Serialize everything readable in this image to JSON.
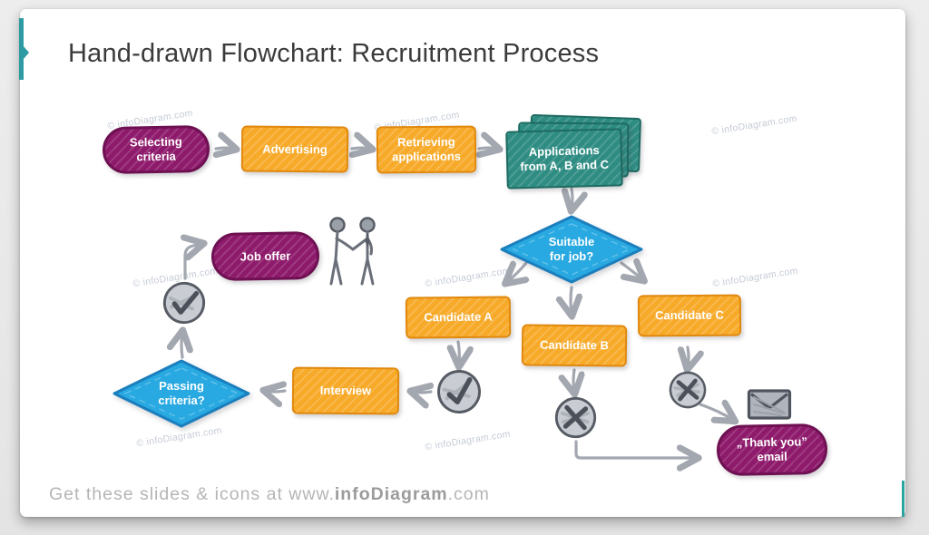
{
  "slide": {
    "title": "Hand-drawn Flowchart: Recruitment Process",
    "watermark": "© infoDiagram.com",
    "footer": {
      "prefix": "Get these slides & icons at www.",
      "brand": "infoDiagram",
      "suffix": ".com"
    }
  },
  "flowchart": {
    "nodes": {
      "selecting": {
        "line1": "Selecting",
        "line2": "criteria",
        "type": "start-stadium",
        "color": "#8E1A6B"
      },
      "advertising": {
        "line1": "Advertising",
        "type": "process-rect",
        "color": "#F7A928"
      },
      "retrieving": {
        "line1": "Retrieving",
        "line2": "applications",
        "type": "process-rect",
        "color": "#F7A928"
      },
      "applications": {
        "line1": "Applications",
        "line2": "from A, B and C",
        "type": "document-stack",
        "color": "#2E8C82"
      },
      "suitable": {
        "line1": "Suitable",
        "line2": "for job?",
        "type": "decision-diamond",
        "color": "#29A9E1"
      },
      "candidate_a": {
        "line1": "Candidate A",
        "type": "process-rect",
        "color": "#F7A928"
      },
      "candidate_b": {
        "line1": "Candidate B",
        "type": "process-rect",
        "color": "#F7A928"
      },
      "candidate_c": {
        "line1": "Candidate C",
        "type": "process-rect",
        "color": "#F7A928"
      },
      "interview": {
        "line1": "Interview",
        "type": "process-rect",
        "color": "#F7A928"
      },
      "passing": {
        "line1": "Passing",
        "line2": "criteria?",
        "type": "decision-diamond",
        "color": "#29A9E1"
      },
      "job_offer": {
        "line1": "Job offer",
        "type": "end-stadium",
        "color": "#8E1A6B"
      },
      "thank_you": {
        "line1": "„Thank you”",
        "line2": "email",
        "type": "end-stadium",
        "color": "#8E1A6B"
      }
    },
    "icons": [
      "check-icon",
      "check-icon",
      "cross-icon",
      "cross-icon",
      "envelope-icon",
      "handshake-people-icon"
    ]
  },
  "colors": {
    "accent_teal": "#2E9AA2",
    "purple": "#8E1A6B",
    "orange": "#F7A928",
    "orange_border": "#E1890E",
    "blue": "#29A9E1",
    "blue_border": "#1B7FBE",
    "teal_card": "#2E8C82",
    "teal_border": "#1E6B62",
    "arrow_gray": "#A3A7AF",
    "icon_stroke": "#565B64",
    "icon_fill": "#C9CDD3",
    "watermark_gray": "#C5CBD5",
    "title_text": "#3B3B3B",
    "footer_text": "#B5B5B5"
  }
}
